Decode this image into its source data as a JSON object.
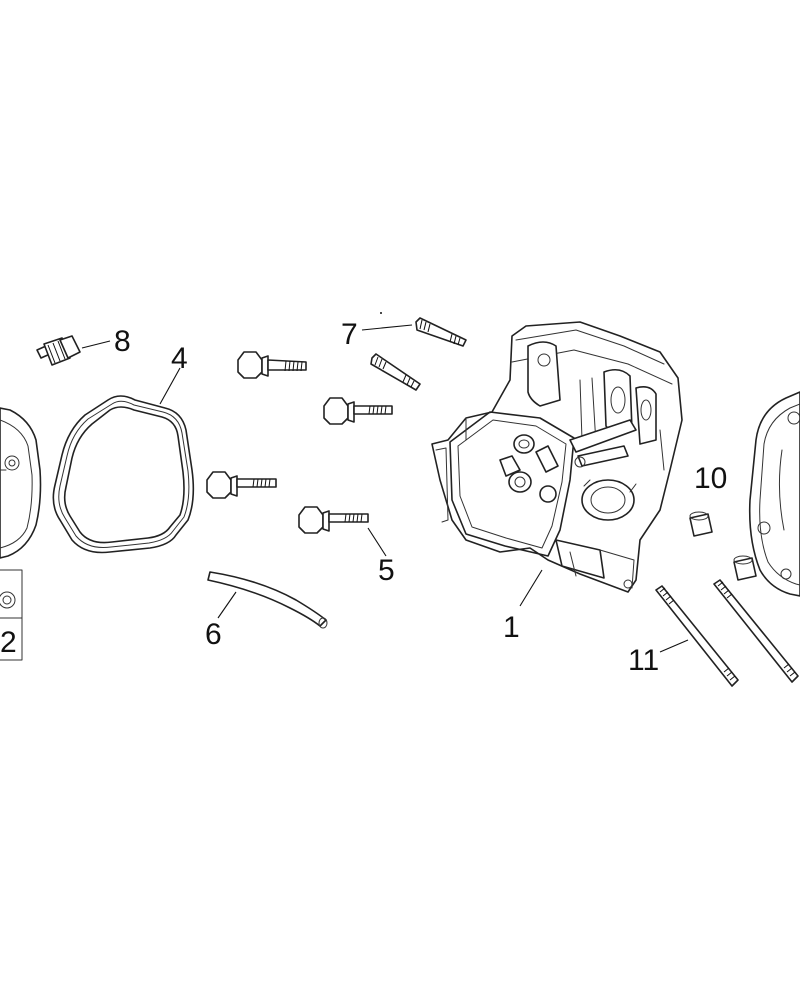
{
  "callouts": {
    "c1": "1",
    "c2": "2",
    "c4": "4",
    "c5": "5",
    "c6": "6",
    "c7": "7",
    "c8": "8",
    "c10": "10",
    "c11": "11"
  }
}
